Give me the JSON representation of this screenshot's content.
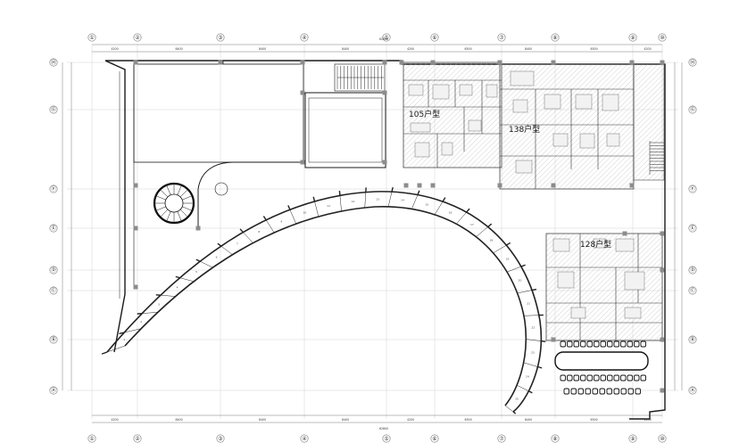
{
  "axes_top": [
    "①",
    "②",
    "③",
    "④",
    "⑤",
    "⑥",
    "⑦",
    "⑧",
    "⑨",
    "⑩"
  ],
  "axes_bottom": [
    "①",
    "②",
    "③",
    "④",
    "⑤",
    "⑥",
    "⑦",
    "⑧",
    "⑨",
    "⑩"
  ],
  "axes_left": [
    "Ⓗ",
    "Ⓖ",
    "Ⓕ",
    "Ⓔ",
    "Ⓓ",
    "Ⓒ",
    "Ⓑ",
    "Ⓐ"
  ],
  "axes_right": [
    "Ⓗ",
    "Ⓖ",
    "Ⓕ",
    "Ⓔ",
    "Ⓓ",
    "Ⓒ",
    "Ⓑ",
    "Ⓐ"
  ],
  "units": [
    {
      "id": "105",
      "label": "105户型"
    },
    {
      "id": "138",
      "label": "138户型"
    },
    {
      "id": "128",
      "label": "128户型"
    }
  ],
  "dims_top": [
    "4200",
    "8400",
    "8400",
    "8400",
    "4200",
    "6300",
    "8400",
    "6300",
    "4200"
  ],
  "dims_bottom": [
    "4200",
    "8400",
    "8400",
    "8400",
    "4200",
    "6300",
    "8400",
    "6300",
    "4200"
  ],
  "dim_total": "62800",
  "curve_numbers": [
    "1",
    "2",
    "3",
    "4",
    "5",
    "6",
    "7",
    "8",
    "9",
    "10",
    "11",
    "12",
    "13",
    "14",
    "15",
    "16",
    "17",
    "18",
    "19",
    "20",
    "21",
    "22",
    "23",
    "24",
    "25"
  ],
  "colors": {
    "line": "#1a1a1a",
    "hatch": "#9a9a9a",
    "column": "#8c8c8c",
    "axis": "#777777"
  }
}
